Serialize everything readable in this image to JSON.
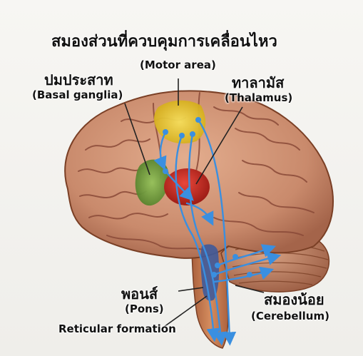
{
  "diagram": {
    "title": "สมองส่วนที่ควบคุมการเคลื่อนไหว",
    "labels": {
      "motor_area": "(Motor area)",
      "basal_ganglia_th": "ปมประสาท",
      "basal_ganglia_en": "(Basal ganglia)",
      "thalamus_th": "ทาลามัส",
      "thalamus_en": "(Thalamus)",
      "pons_th": "พอนส์",
      "pons_en": "(Pons)",
      "reticular": "Reticular formation",
      "cerebellum_th": "สมองน้อย",
      "cerebellum_en": "(Cerebellum)"
    },
    "colors": {
      "cortex": "#c98a6c",
      "gyri_line": "#8a4a38",
      "motor_area": "#e8c51f",
      "basal_ganglia": "#6f9a3a",
      "thalamus": "#c8281e",
      "brainstem": "#c57a50",
      "reticular": "#3f5a9a",
      "pathway": "#3a8fe0"
    }
  }
}
